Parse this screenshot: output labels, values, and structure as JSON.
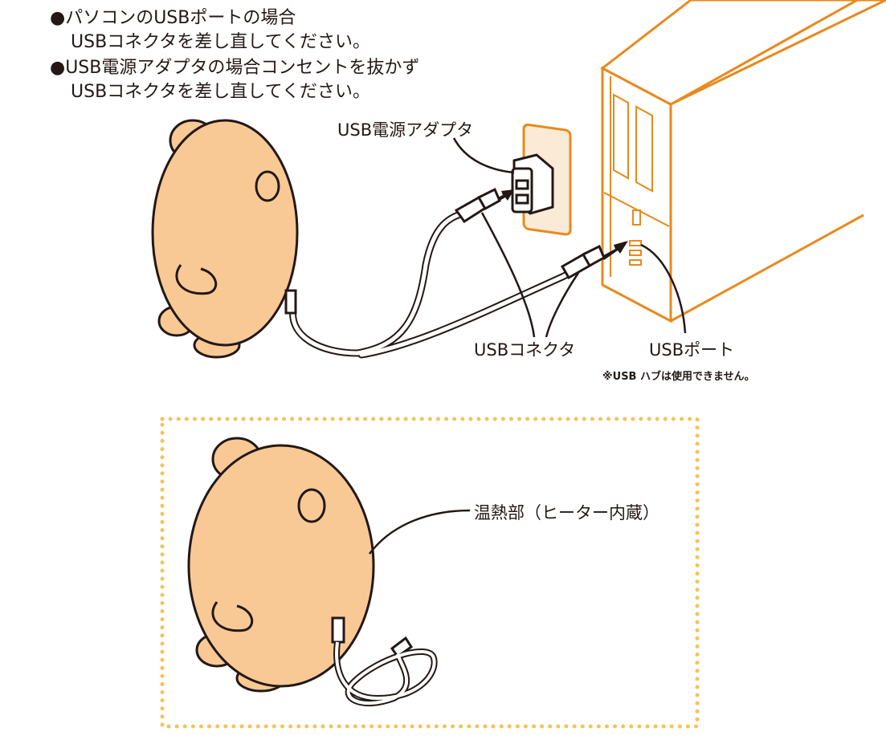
{
  "instructions": [
    {
      "bullet": "●",
      "text": "パソコンのUSBポートの場合"
    },
    {
      "bullet": "",
      "text": "USBコネクタを差し直してください。"
    },
    {
      "bullet": "●",
      "text": "USB電源アダプタの場合コンセントを抜かず"
    },
    {
      "bullet": "",
      "text": "USBコネクタを差し直してください。"
    }
  ],
  "labels": {
    "adapter": "USB電源アダプタ",
    "connector": "USBコネクタ",
    "port": "USBポート",
    "hub_note": "※USB ハブは使用できません。",
    "heater": "温熱部（ヒーター内蔵）"
  },
  "colors": {
    "orange": "#e8891c",
    "body": "#f8c995",
    "dots": "#f6c35a",
    "ink": "#231815"
  }
}
